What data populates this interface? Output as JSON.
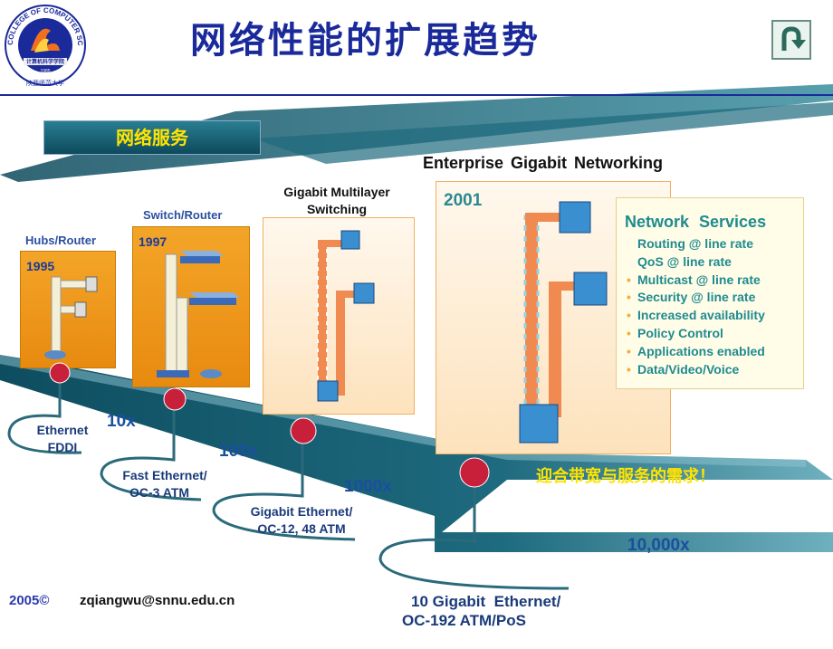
{
  "slide": {
    "title": "网络性能的扩展趋势",
    "service_banner": "网络服务",
    "enterprise_title": "Enterprise Gigabit Networking",
    "slogan": "迎合带宽与服务的需求！"
  },
  "logo": {
    "ring_text": "COLLEGE OF COMPUTER SCIENCE",
    "inner_text": "计算机科学学院",
    "year": "1985",
    "bottom_text": "陕西师范大学"
  },
  "eras": [
    {
      "label": "Hubs/Router",
      "year": "1995"
    },
    {
      "label": "Switch/Router",
      "year": "1997"
    },
    {
      "label_line1": "Gigabit Multilayer",
      "label_line2": "Switching"
    },
    {
      "year": "2001"
    }
  ],
  "milestones": [
    {
      "line1": "Ethernet",
      "line2": "FDDI",
      "multiplier": "10x"
    },
    {
      "line1": "Fast Ethernet/",
      "line2": "OC-3 ATM",
      "multiplier": "100x"
    },
    {
      "line1": "Gigabit Ethernet/",
      "line2": "OC-12, 48 ATM",
      "multiplier": "1000x"
    },
    {
      "line1": "10 Gigabit  Ethernet/",
      "line2": "OC-192 ATM/PoS",
      "multiplier": "10,000x"
    }
  ],
  "network_services": {
    "title": "Network  Services",
    "items": [
      "Routing @ line rate",
      "QoS @ line rate",
      "Multicast  @ line rate",
      "Security @ line rate",
      "Increased availability",
      "Policy  Control",
      "Applications  enabled",
      "Data/Video/Voice"
    ]
  },
  "footer": {
    "year": "2005©",
    "email": "zqiangwu@snnu.edu.cn"
  },
  "colors": {
    "title": "#1a2a9a",
    "teal_band": "#1e6a7e",
    "era_box": "#f0a020",
    "services_text": "#1f8b8f",
    "slogan": "#ffe400",
    "node_red": "#c8203a"
  }
}
